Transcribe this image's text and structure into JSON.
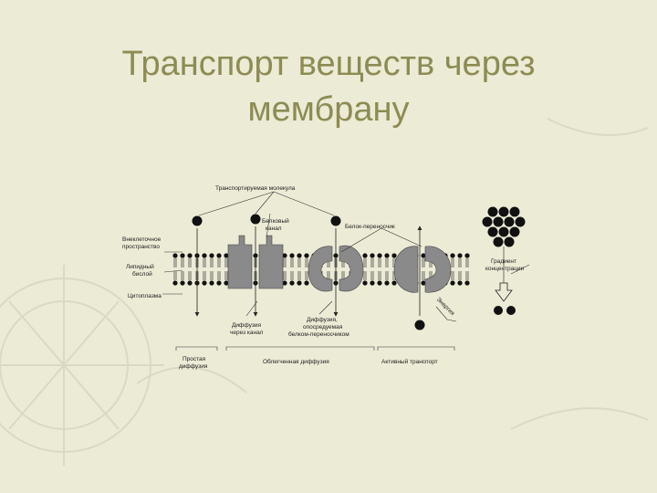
{
  "slide": {
    "title_line1": "Транспорт веществ через",
    "title_line2": "мембрану"
  },
  "diagram": {
    "transported_molecule": "Транспортируемая молекула",
    "channel_protein": [
      "Белковый",
      "канал"
    ],
    "carrier_protein": "Белок-переносчик",
    "extracellular": [
      "Внеклеточное",
      "пространство"
    ],
    "lipid_bilayer": [
      "Липидный",
      "бислой"
    ],
    "cytoplasm": "Цитоплазма",
    "diffusion_channel": [
      "Диффузия",
      "через канал"
    ],
    "diffusion_carrier": [
      "Диффузия,",
      "опосредуемая",
      "белком-переносчиком"
    ],
    "energy": "Энергия",
    "gradient": [
      "Градиент",
      "концентрации"
    ],
    "simple_diffusion": [
      "Простая",
      "диффузия"
    ],
    "facilitated_diffusion": "Облегченная диффузия",
    "active_transport": "Активный транспорт"
  },
  "colors": {
    "background": "#ecebd6",
    "title": "#8c8c53",
    "ink": "#222222",
    "protein": "#8a8a8a"
  }
}
